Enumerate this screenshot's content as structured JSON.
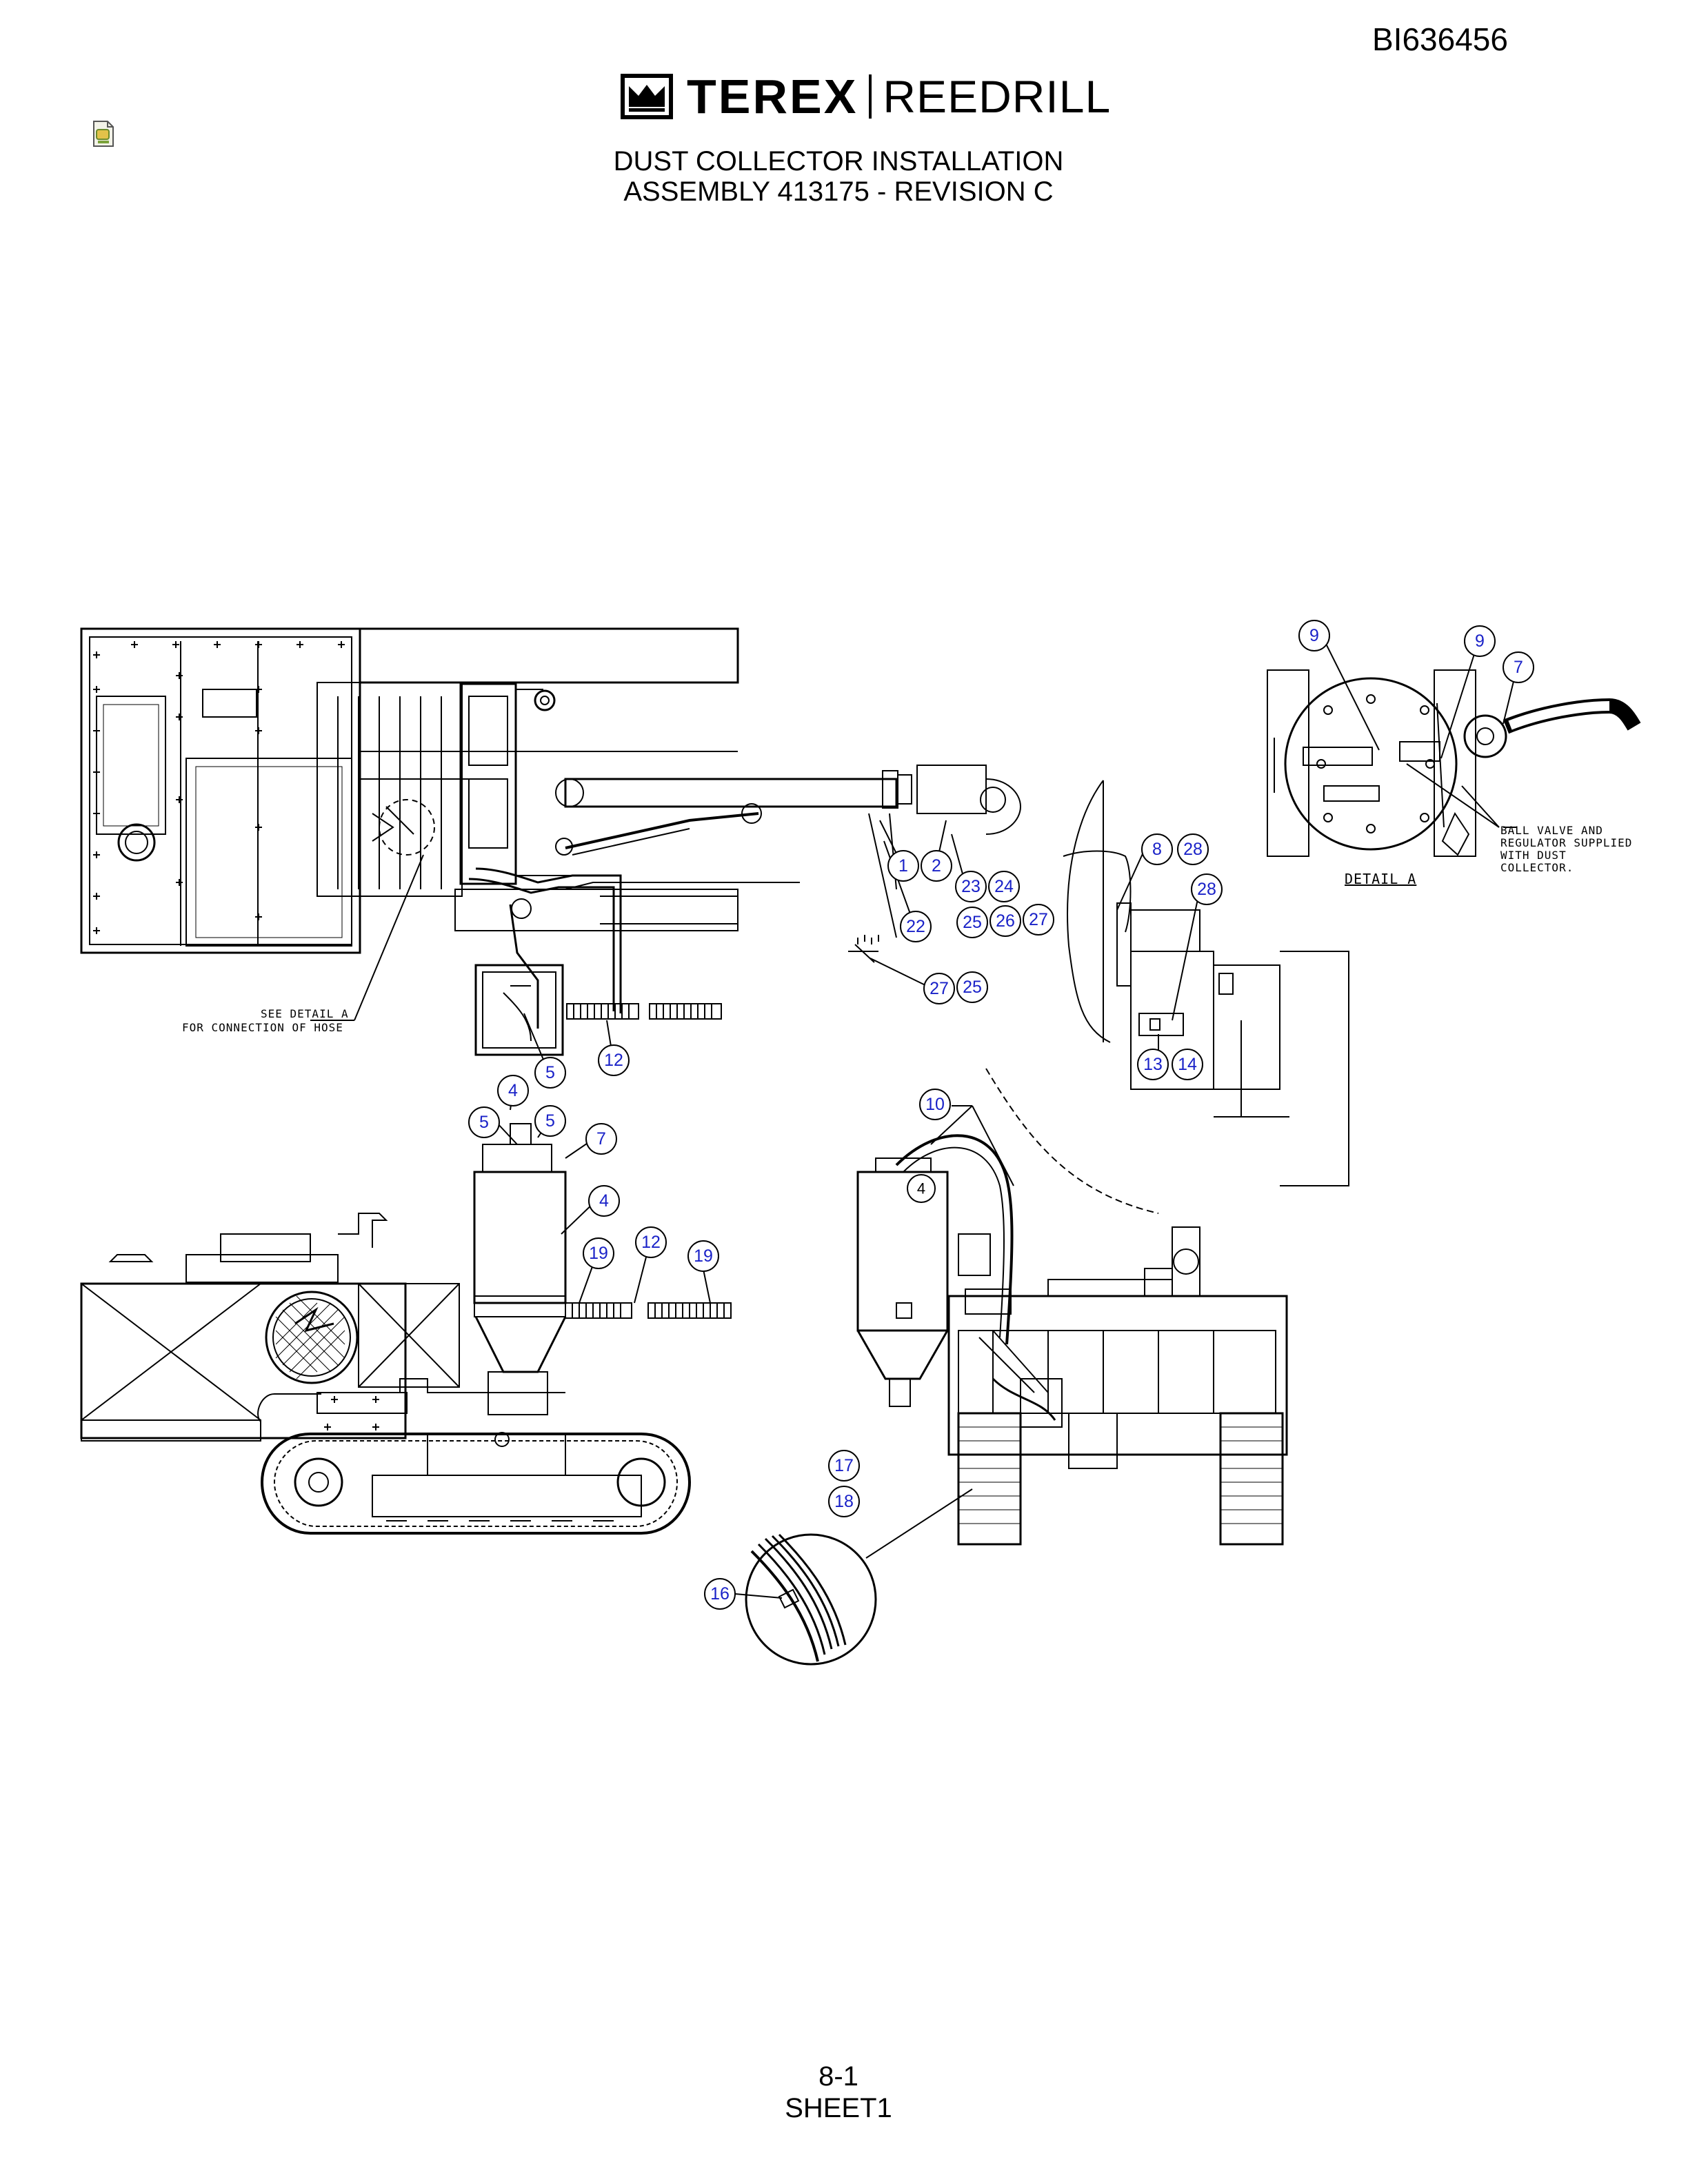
{
  "header": {
    "doc_number": "BI636456",
    "logo_brand": "TEREX",
    "logo_sub": "REEDRILL",
    "title_line1": "DUST COLLECTOR INSTALLATION",
    "title_line2": "ASSEMBLY 413175 - REVISION C"
  },
  "icons": {
    "doc_icon": "document-icon",
    "logo_icon": "terex-logo-icon"
  },
  "notes": {
    "see_detail_1": "SEE DETAIL A",
    "see_detail_2": "FOR CONNECTION OF HOSE",
    "ball_valve_1": "BALL VALVE AND",
    "ball_valve_2": "REGULATOR SUPPLIED",
    "ball_valve_3": "WITH DUST",
    "ball_valve_4": "COLLECTOR.",
    "detail_a": "DETAIL A"
  },
  "callouts": [
    "9",
    "9",
    "7",
    "1",
    "2",
    "22",
    "23",
    "24",
    "25",
    "26",
    "27",
    "27",
    "25",
    "8",
    "28",
    "28",
    "13",
    "14",
    "12",
    "5",
    "4",
    "5",
    "5",
    "7",
    "4",
    "19",
    "12",
    "19",
    "10",
    "4",
    "17",
    "18",
    "16"
  ],
  "footer": {
    "page": "8-1",
    "sheet": "SHEET1"
  },
  "colors": {
    "callout_text": "#1a22c8",
    "line": "#000000",
    "background": "#ffffff"
  }
}
